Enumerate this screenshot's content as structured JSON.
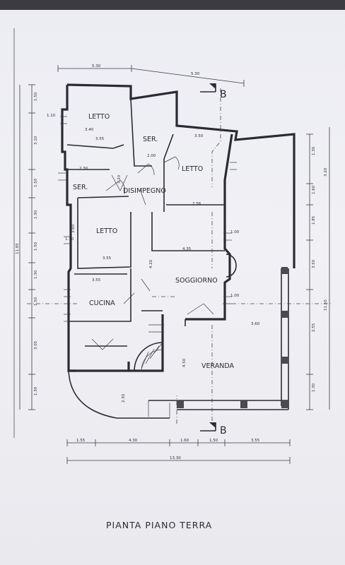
{
  "title": "PIANTA PIANO TERRA",
  "section_marker": "B",
  "rooms": {
    "letto_1": "LETTO",
    "letto_2": "LETTO",
    "letto_3": "LETTO",
    "ser_1": "SER.",
    "ser_2": "SER.",
    "disimpegno": "DISIMPEGNO",
    "soggiorno": "SOGGIORNO",
    "cucina": "CUCINA",
    "veranda": "VERANDA"
  },
  "dims_top": {
    "d1": "5.30",
    "d2": "5.30"
  },
  "dims_bottom": {
    "d1": "1.55",
    "d2": "4.30",
    "d3": "1.60",
    "d4": "1.50",
    "d5": "3.55",
    "total": "13.30"
  },
  "dims_left": {
    "d1": "1.50",
    "d2": "3.10",
    "d3": "1.50",
    "d4": "1.30",
    "d5": "1.50",
    "d6": "1.30",
    "d7": "1.50",
    "d8": "3.05",
    "d9": "1.30",
    "total": "11.85"
  },
  "dims_right": {
    "d1": "1.30",
    "d2": "3.20",
    "d3": "1.60",
    "d4": "1.85",
    "d5": "3.50",
    "d6": "2.55",
    "d7": "1.30",
    "total": "11.50"
  },
  "dims_interior": {
    "a": "3.40",
    "b": "3.55",
    "c": "3.60",
    "d": "3.50",
    "e": "2.56",
    "f": "4.35",
    "g": "4.20",
    "h": "3.55",
    "i": "3.55",
    "j": "3.60",
    "k": "2.30",
    "l": "2.00",
    "m": "3.20",
    "n": "4.50",
    "o": "2.30",
    "p": "3.60",
    "q": "1.30",
    "r": "1.10",
    "s": "1.00"
  }
}
